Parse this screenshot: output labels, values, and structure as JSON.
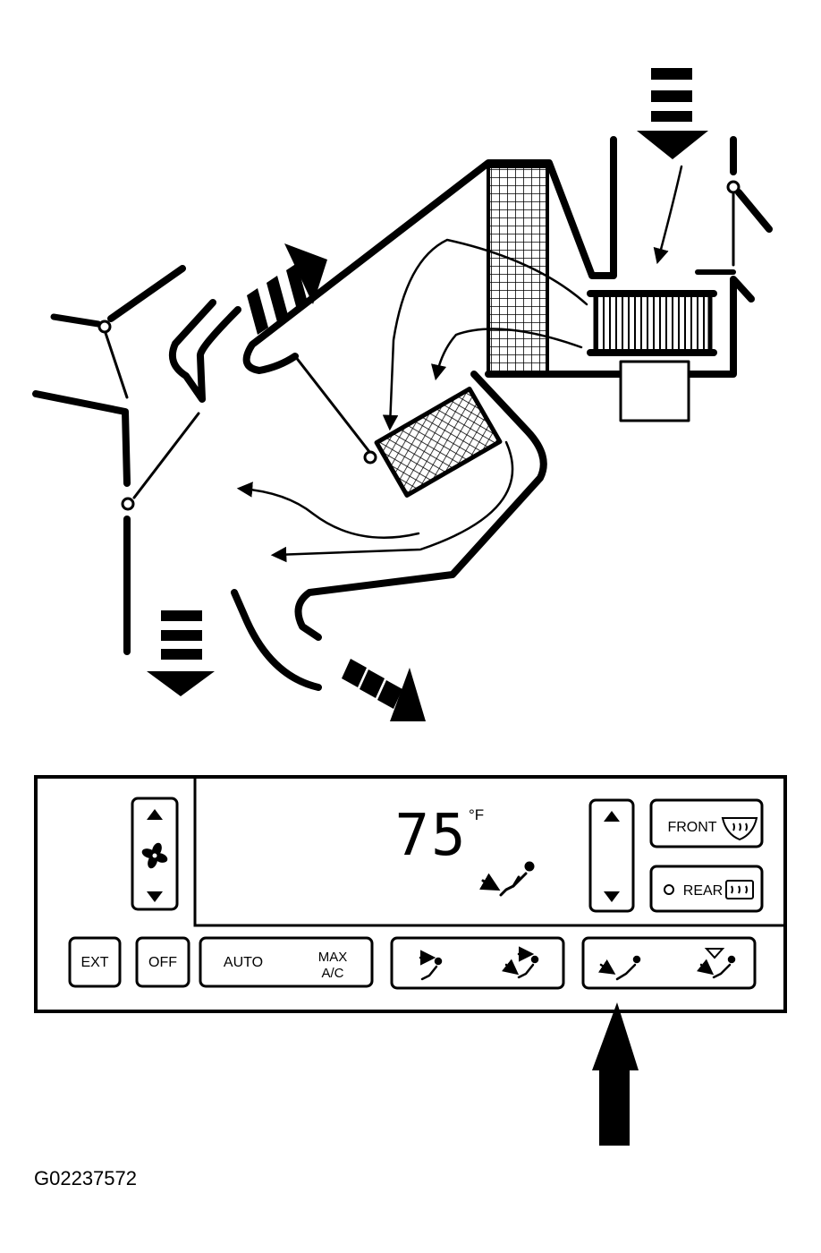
{
  "panel": {
    "temperature": "75",
    "temp_unit": "°F",
    "buttons": {
      "ext": "EXT",
      "off": "OFF",
      "auto": "AUTO",
      "max_line1": "MAX",
      "max_line2": "A/C",
      "front": "FRONT",
      "rear": "REAR"
    }
  },
  "figure_id": "G02237572",
  "colors": {
    "ink": "#000000",
    "paper": "#ffffff"
  },
  "icons": [
    "fan-icon",
    "up-arrow-icon",
    "down-arrow-icon",
    "defrost-icon",
    "vent-mode-icon",
    "bilevel-mode-icon",
    "floor-mode-icon",
    "defog-mode-icon",
    "pointer-arrow-icon"
  ]
}
